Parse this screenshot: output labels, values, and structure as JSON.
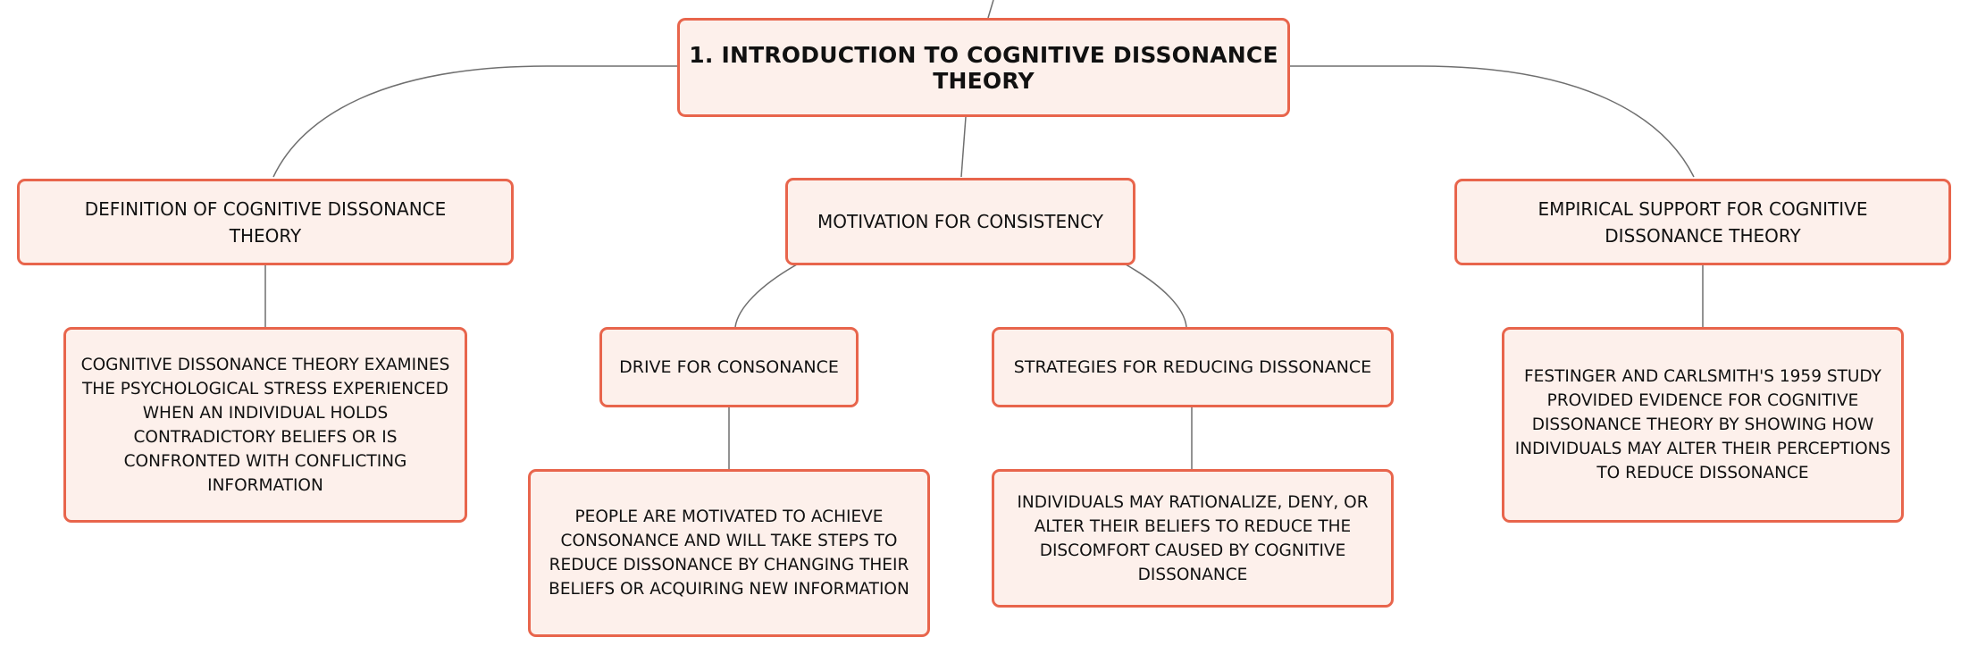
{
  "mindmap": {
    "root": {
      "label": "1. Introduction to Cognitive Dissonance Theory"
    },
    "topics": {
      "definition": {
        "label": "Definition of Cognitive Dissonance Theory",
        "detail": "Cognitive dissonance theory examines the psychological stress experienced when an individual holds contradictory beliefs or is confronted with conflicting information"
      },
      "motivation": {
        "label": "Motivation for Consistency",
        "subtopics": {
          "drive": {
            "label": "Drive for Consonance",
            "detail": "People are motivated to achieve consonance and will take steps to reduce dissonance by changing their beliefs or acquiring new information"
          },
          "strategies": {
            "label": "Strategies for Reducing Dissonance",
            "detail": "Individuals may rationalize, deny, or alter their beliefs to reduce the discomfort caused by cognitive dissonance"
          }
        }
      },
      "empirical": {
        "label": "Empirical Support for Cognitive Dissonance Theory",
        "detail": "Festinger and Carlsmith's 1959 study provided evidence for cognitive dissonance theory by showing how individuals may alter their perceptions to reduce dissonance"
      }
    }
  },
  "colors": {
    "node_border": "#e8654c",
    "node_fill": "#fdf0eb",
    "connector": "#6f6f6f",
    "text": "#111111"
  }
}
